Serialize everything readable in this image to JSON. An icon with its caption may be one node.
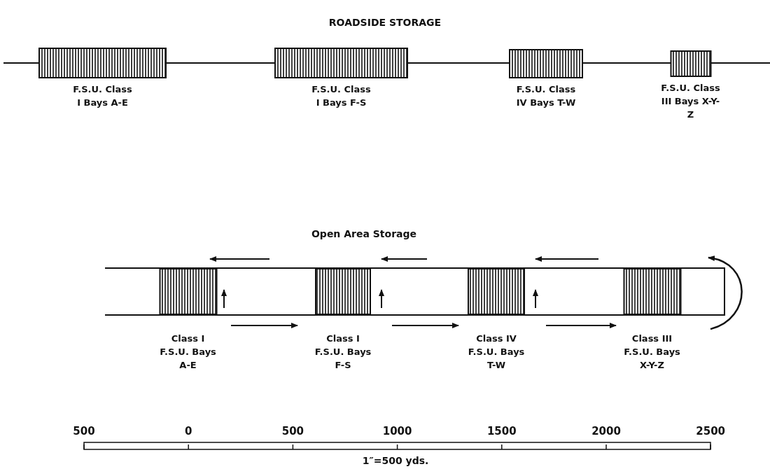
{
  "diagram": {
    "nodes": [
      {
        "text": [
          "F.S.U. Class I Bays A-E"
        ]
      },
      {
        "text": [
          "F.S.U. Class I Bays F-S"
        ]
      },
      {
        "text": [
          "F.S.U. Class IV Bays T-W"
        ]
      },
      {
        "text": [
          "F.S.U. Class III Bays X-Y-Z"
        ]
      },
      {
        "text": [
          "Class I F.S.U. Bays A-E"
        ]
      },
      {
        "text": [
          "Class I F.S.U. Bays F-S"
        ]
      },
      {
        "text": [
          "Class IV F.S.U. Bays T-W"
        ]
      },
      {
        "text": [
          "Class III F.S.U. Bays X-Y-Z"
        ]
      }
    ],
    "labels": [
      "ROADSIDE STORAGE",
      "Open Area Storage",
      "500",
      "0",
      "500",
      "1000",
      "1500",
      "2000",
      "2500",
      "1″=500 yds."
    ]
  }
}
